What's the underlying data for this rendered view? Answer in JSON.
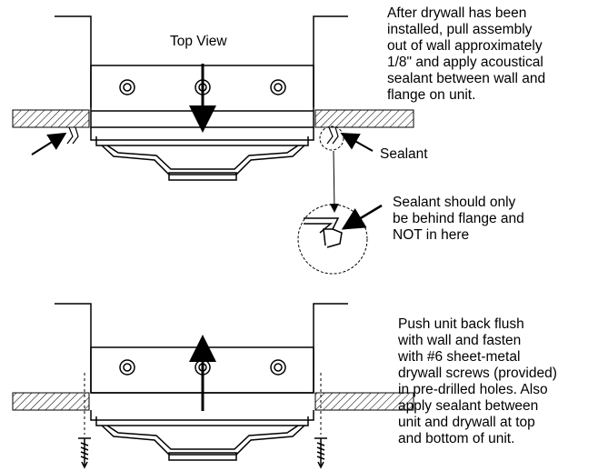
{
  "labels": {
    "top_view": "Top View",
    "sealant": "Sealant"
  },
  "instructions": {
    "step1": "After drywall has been\ninstalled, pull assembly\nout of wall approximately\n1/8\" and apply acoustical\nsealant between wall and\nflange on unit.",
    "detail_note": "Sealant should only\nbe behind flange and\nNOT in here",
    "step2": "Push unit back flush\nwith wall and fasten\nwith #6 sheet-metal\ndrywall screws (provided)\nin pre-drilled holes. Also\napply sealant between\nunit and drywall at top\nand bottom of unit."
  }
}
